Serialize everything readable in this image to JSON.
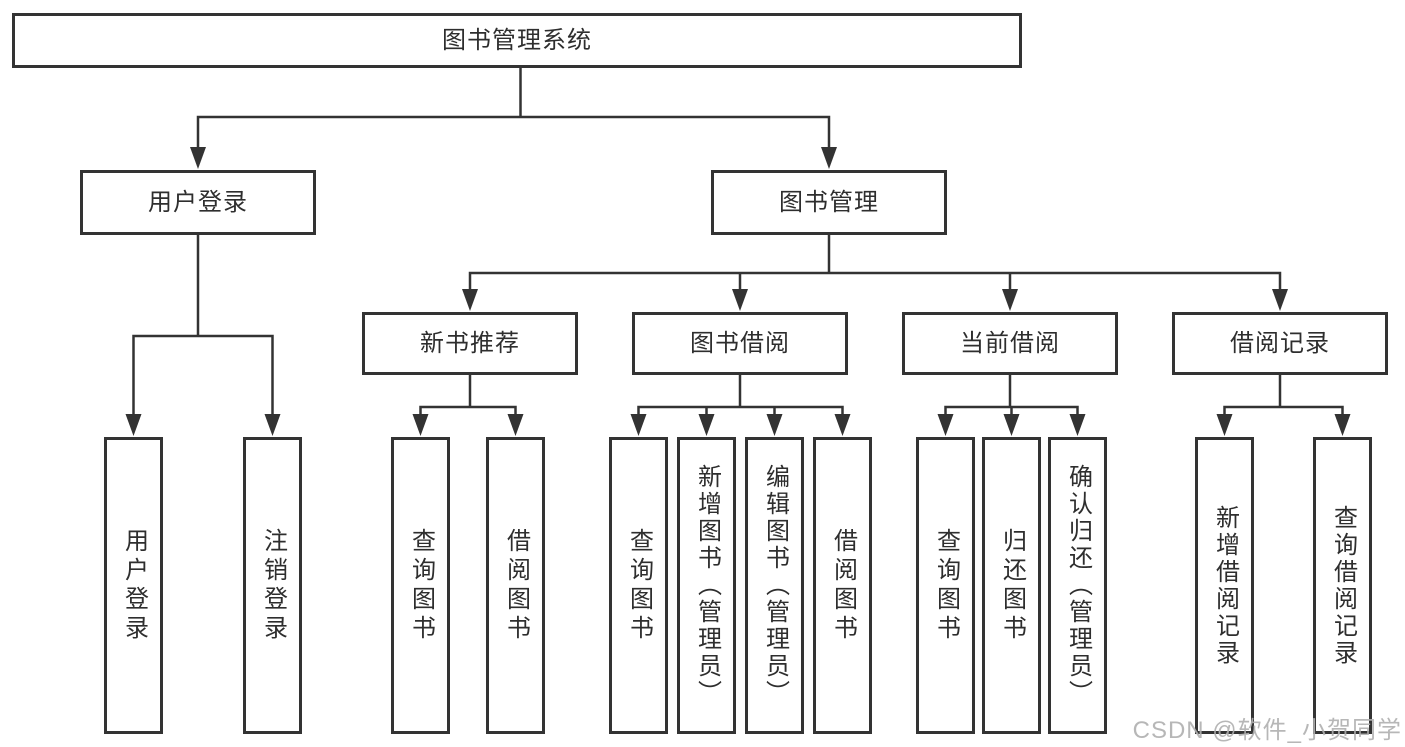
{
  "diagram": {
    "root": {
      "label": "图书管理系统",
      "children": [
        {
          "label": "用户登录",
          "children": [
            {
              "label": "用户登录"
            },
            {
              "label": "注销登录"
            }
          ]
        },
        {
          "label": "图书管理",
          "children": [
            {
              "label": "新书推荐",
              "children": [
                {
                  "label": "查询图书"
                },
                {
                  "label": "借阅图书"
                }
              ]
            },
            {
              "label": "图书借阅",
              "children": [
                {
                  "label": "查询图书"
                },
                {
                  "label": "新增图书（管理员）"
                },
                {
                  "label": "编辑图书（管理员）"
                },
                {
                  "label": "借阅图书"
                }
              ]
            },
            {
              "label": "当前借阅",
              "children": [
                {
                  "label": "查询图书"
                },
                {
                  "label": "归还图书"
                },
                {
                  "label": "确认归还（管理员）"
                }
              ]
            },
            {
              "label": "借阅记录",
              "children": [
                {
                  "label": "新增借阅记录"
                },
                {
                  "label": "查询借阅记录"
                }
              ]
            }
          ]
        }
      ]
    }
  },
  "watermark": "CSDN @软件_小贺同学",
  "colors": {
    "line": "#333333",
    "text": "#2e2e2e",
    "watermark": "#afafaf"
  }
}
